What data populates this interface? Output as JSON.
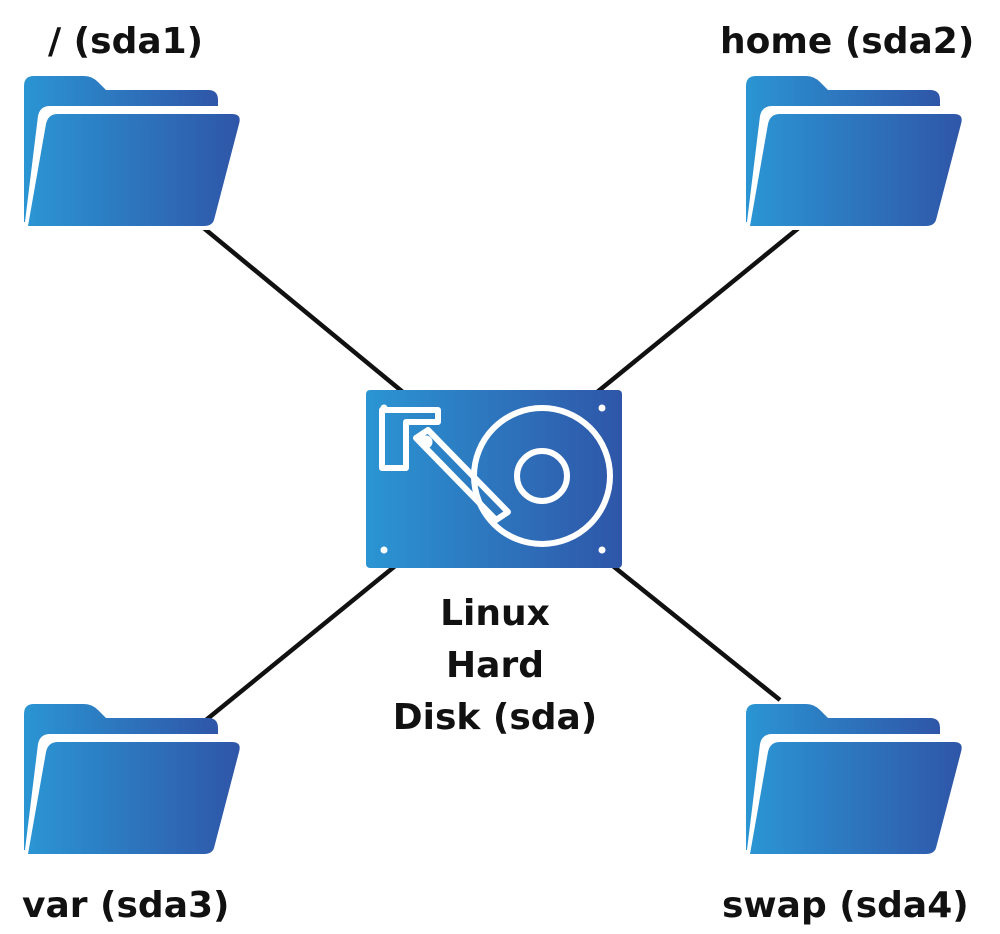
{
  "diagram": {
    "center": {
      "label_lines": [
        "Linux",
        "Hard",
        "Disk (sda)"
      ],
      "icon": "hard-disk-icon"
    },
    "partitions": [
      {
        "id": "sda1",
        "label": "/ (sda1)",
        "icon": "folder-icon"
      },
      {
        "id": "sda2",
        "label": "home (sda2)",
        "icon": "folder-icon"
      },
      {
        "id": "sda3",
        "label": "var (sda3)",
        "icon": "folder-icon"
      },
      {
        "id": "sda4",
        "label": "swap (sda4)",
        "icon": "folder-icon"
      }
    ],
    "colors": {
      "icon_light": "#2b95d3",
      "icon_dark": "#2f56a8",
      "line": "#111111",
      "text": "#111111"
    }
  }
}
